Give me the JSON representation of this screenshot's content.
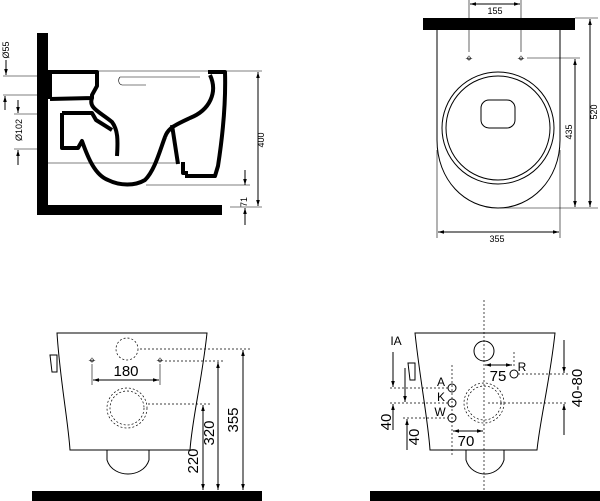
{
  "side_view": {
    "labels": {
      "d55": "Ø55",
      "d102": "Ø102",
      "h400": "400",
      "h71": "71"
    }
  },
  "top_view": {
    "labels": {
      "w155": "155",
      "l520": "520",
      "l435": "435",
      "w355": "355"
    }
  },
  "front_view": {
    "labels": {
      "w180": "180",
      "h355": "355",
      "h320": "320",
      "h220": "220"
    }
  },
  "connections_view": {
    "labels": {
      "ia": "IA",
      "a": "A",
      "k": "K",
      "w": "W",
      "r": "R",
      "d75": "75",
      "d70": "70",
      "d40a": "40",
      "d40b": "40",
      "d40_80": "40-80"
    }
  }
}
